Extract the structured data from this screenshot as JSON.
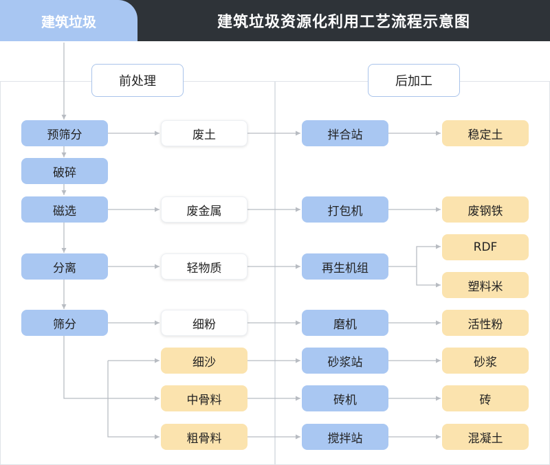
{
  "header": {
    "tab_label": "建筑垃圾",
    "title": "建筑垃圾资源化利用工艺流程示意图"
  },
  "sections": {
    "pre": "前处理",
    "post": "后加工"
  },
  "pre_steps": {
    "prescreen": "预筛分",
    "crush": "破碎",
    "magnetic": "磁选",
    "separate": "分离",
    "screen": "筛分"
  },
  "intermediates": {
    "waste_soil": "废土",
    "scrap_metal": "废金属",
    "light_matter": "轻物质",
    "fine_powder": "细粉",
    "fine_sand": "细沙",
    "medium_aggregate": "中骨料",
    "coarse_aggregate": "粗骨料"
  },
  "processes": {
    "mixing_station": "拌合站",
    "baler": "打包机",
    "recycling_unit": "再生机组",
    "grinder": "磨机",
    "mortar_station": "砂浆站",
    "brick_machine": "砖机",
    "concrete_mixing_station": "搅拌站"
  },
  "products": {
    "stabilized_soil": "稳定土",
    "scrap_steel_iron": "废钢铁",
    "rdf": "RDF",
    "plastic_pellets": "塑料米",
    "active_powder": "活性粉",
    "mortar": "砂浆",
    "brick": "砖",
    "concrete": "混凝土"
  },
  "colors": {
    "header_dark": "#2e3338",
    "step_blue": "#a9c7f2",
    "product_yellow": "#fbe3ae",
    "line_gray": "#b8bcc2"
  }
}
